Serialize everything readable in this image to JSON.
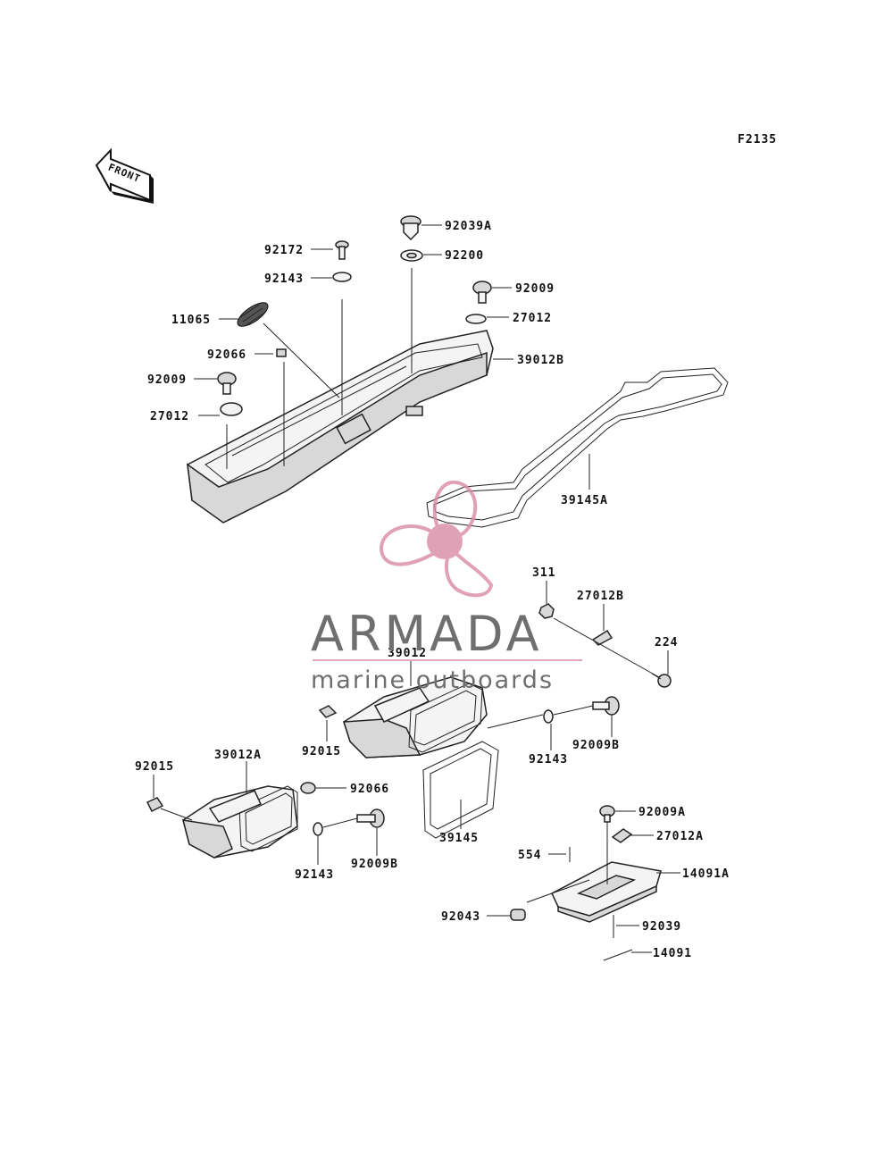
{
  "diagram": {
    "figure_code": "F2135",
    "front_label": "FRONT",
    "labels": [
      {
        "id": "92039A",
        "text": "92039A"
      },
      {
        "id": "92200",
        "text": "92200"
      },
      {
        "id": "92172",
        "text": "92172"
      },
      {
        "id": "92143-top",
        "text": "92143"
      },
      {
        "id": "92009-top",
        "text": "92009"
      },
      {
        "id": "27012-top",
        "text": "27012"
      },
      {
        "id": "11065",
        "text": "11065"
      },
      {
        "id": "92066-top",
        "text": "92066"
      },
      {
        "id": "39012B",
        "text": "39012B"
      },
      {
        "id": "92009-left",
        "text": "92009"
      },
      {
        "id": "27012-left",
        "text": "27012"
      },
      {
        "id": "39145A",
        "text": "39145A"
      },
      {
        "id": "311",
        "text": "311"
      },
      {
        "id": "27012B",
        "text": "27012B"
      },
      {
        "id": "224",
        "text": "224"
      },
      {
        "id": "39012",
        "text": "39012"
      },
      {
        "id": "92015-mid",
        "text": "92015"
      },
      {
        "id": "92143-mid",
        "text": "92143"
      },
      {
        "id": "92009B-mid",
        "text": "92009B"
      },
      {
        "id": "92015-left",
        "text": "92015"
      },
      {
        "id": "39012A",
        "text": "39012A"
      },
      {
        "id": "92066-bot",
        "text": "92066"
      },
      {
        "id": "39145",
        "text": "39145"
      },
      {
        "id": "92143-bot",
        "text": "92143"
      },
      {
        "id": "92009B-bot",
        "text": "92009B"
      },
      {
        "id": "92009A",
        "text": "92009A"
      },
      {
        "id": "27012A",
        "text": "27012A"
      },
      {
        "id": "554",
        "text": "554"
      },
      {
        "id": "14091A",
        "text": "14091A"
      },
      {
        "id": "92043",
        "text": "92043"
      },
      {
        "id": "92039",
        "text": "92039"
      },
      {
        "id": "14091",
        "text": "14091"
      }
    ]
  },
  "watermark": {
    "brand": "ARMADA",
    "tagline": "marine outboards",
    "logo_color": "#d98aa5",
    "text_color": "#6f6f6f"
  }
}
